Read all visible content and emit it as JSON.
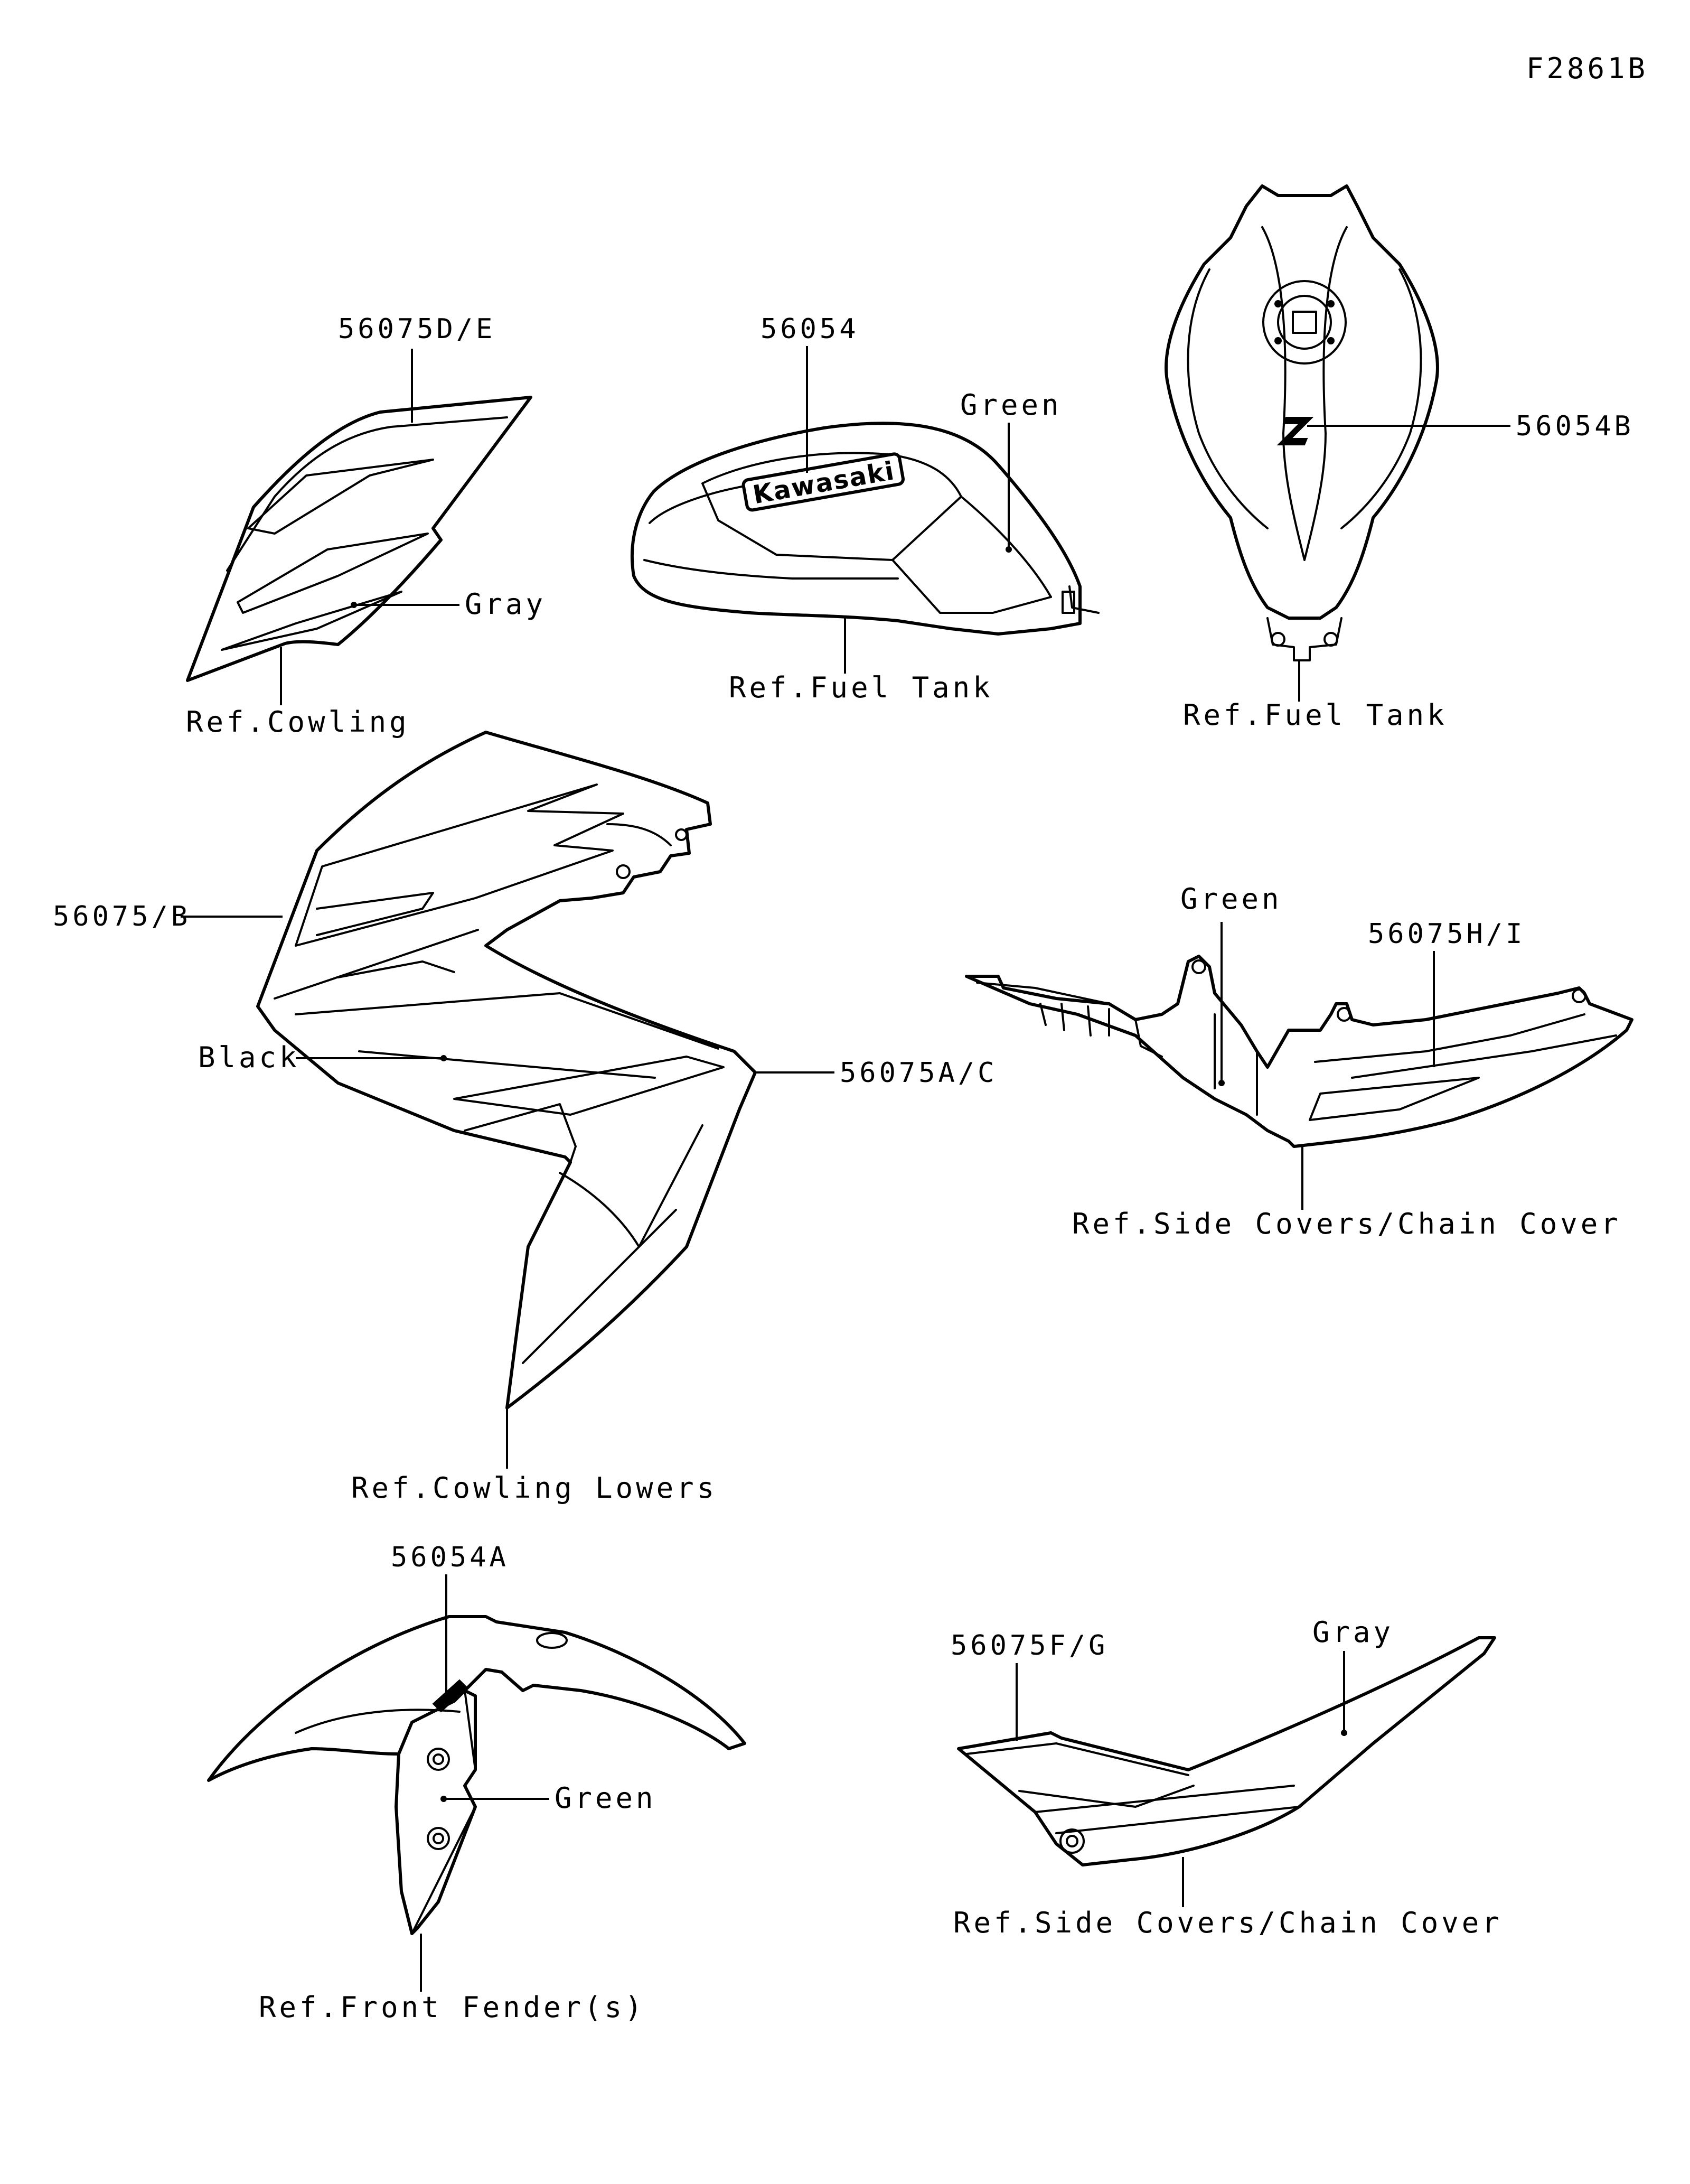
{
  "figure_id": "F2861B",
  "callouts": {
    "part_56075DE": "56075D/E",
    "part_56054": "56054",
    "part_56054B": "56054B",
    "part_56075B": "56075/B",
    "part_56075AC": "56075A/C",
    "part_56075HI": "56075H/I",
    "part_56054A": "56054A",
    "part_56075FG": "56075F/G"
  },
  "colors": {
    "gray_1": "Gray",
    "green_tank": "Green",
    "black": "Black",
    "green_side": "Green",
    "green_fender": "Green",
    "gray_2": "Gray"
  },
  "references": {
    "cowling": "Ref.Cowling",
    "fuel_tank_side": "Ref.Fuel Tank",
    "fuel_tank_top": "Ref.Fuel Tank",
    "cowling_lowers": "Ref.Cowling Lowers",
    "side_covers_1": "Ref.Side Covers/Chain Cover",
    "front_fender": "Ref.Front Fender(s)",
    "side_covers_2": "Ref.Side Covers/Chain Cover"
  },
  "tank_logo": "Kawasaki",
  "line_color": "#000000",
  "background_color": "#ffffff"
}
